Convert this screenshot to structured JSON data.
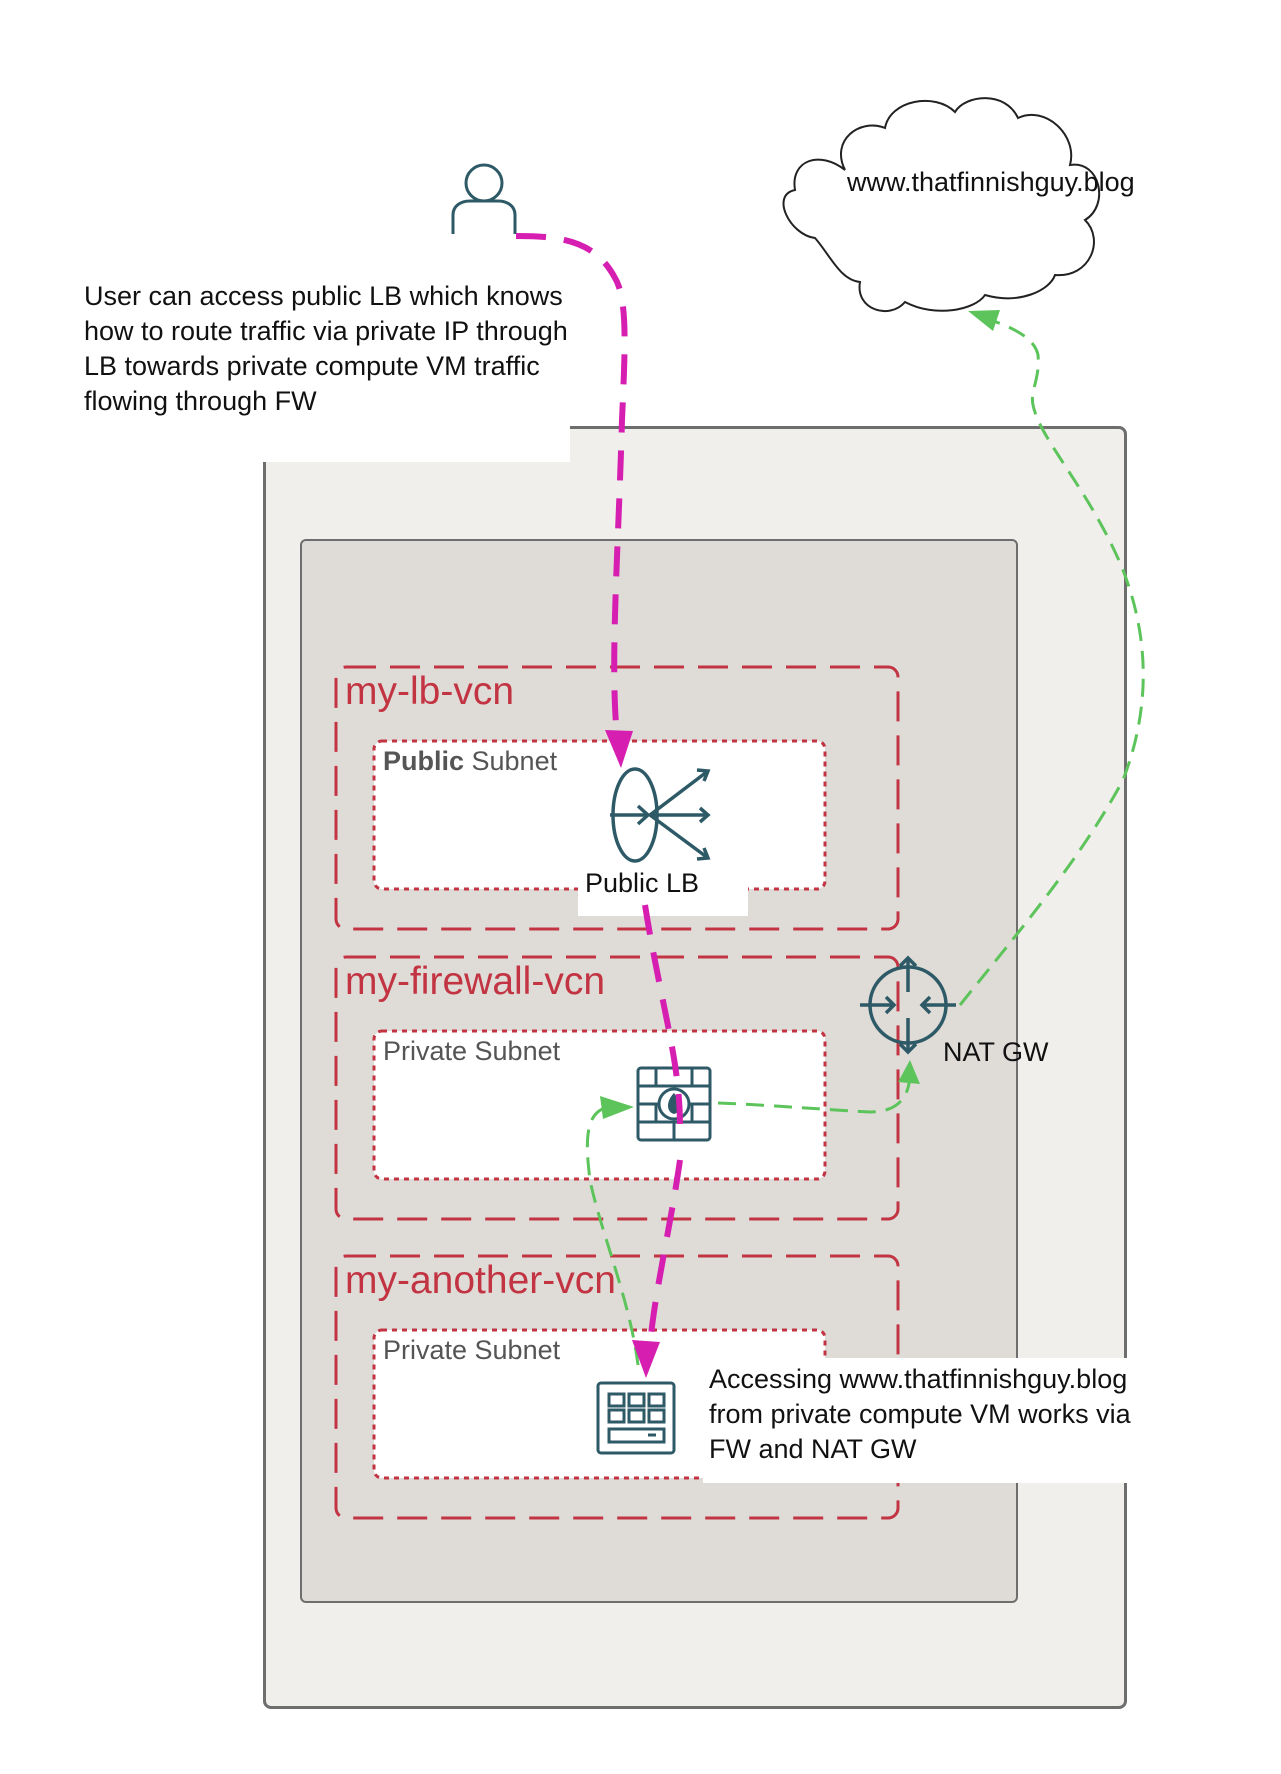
{
  "diagram": {
    "internet": {
      "label": "www.thatfinnishguy.blog",
      "icon": "cloud-icon"
    },
    "user": {
      "icon": "user-icon"
    },
    "vcns": [
      {
        "name": "my-lb-vcn",
        "subnet_bold": "Public",
        "subnet_rest": " Subnet"
      },
      {
        "name": "my-firewall-vcn",
        "subnet": "Private Subnet"
      },
      {
        "name": "my-another-vcn",
        "subnet": "Private Subnet"
      }
    ],
    "components": {
      "load_balancer": {
        "label": "Public LB",
        "icon": "load-balancer-icon"
      },
      "firewall": {
        "icon": "firewall-icon"
      },
      "nat_gateway": {
        "label": "NAT GW",
        "icon": "nat-gateway-icon"
      },
      "compute_vm": {
        "icon": "compute-vm-icon"
      }
    },
    "notes": {
      "inbound": "User can access public LB which knows how to route traffic via private IP through LB towards private compute VM traffic flowing through FW",
      "outbound": "Accessing www.thatfinnishguy.blog from private compute VM works via FW and NAT GW"
    },
    "colors": {
      "inbound_flow": "#d61fb1",
      "outbound_flow": "#5cc45a",
      "vcn_border": "#c33443",
      "icon_stroke": "#2d5a66"
    }
  }
}
